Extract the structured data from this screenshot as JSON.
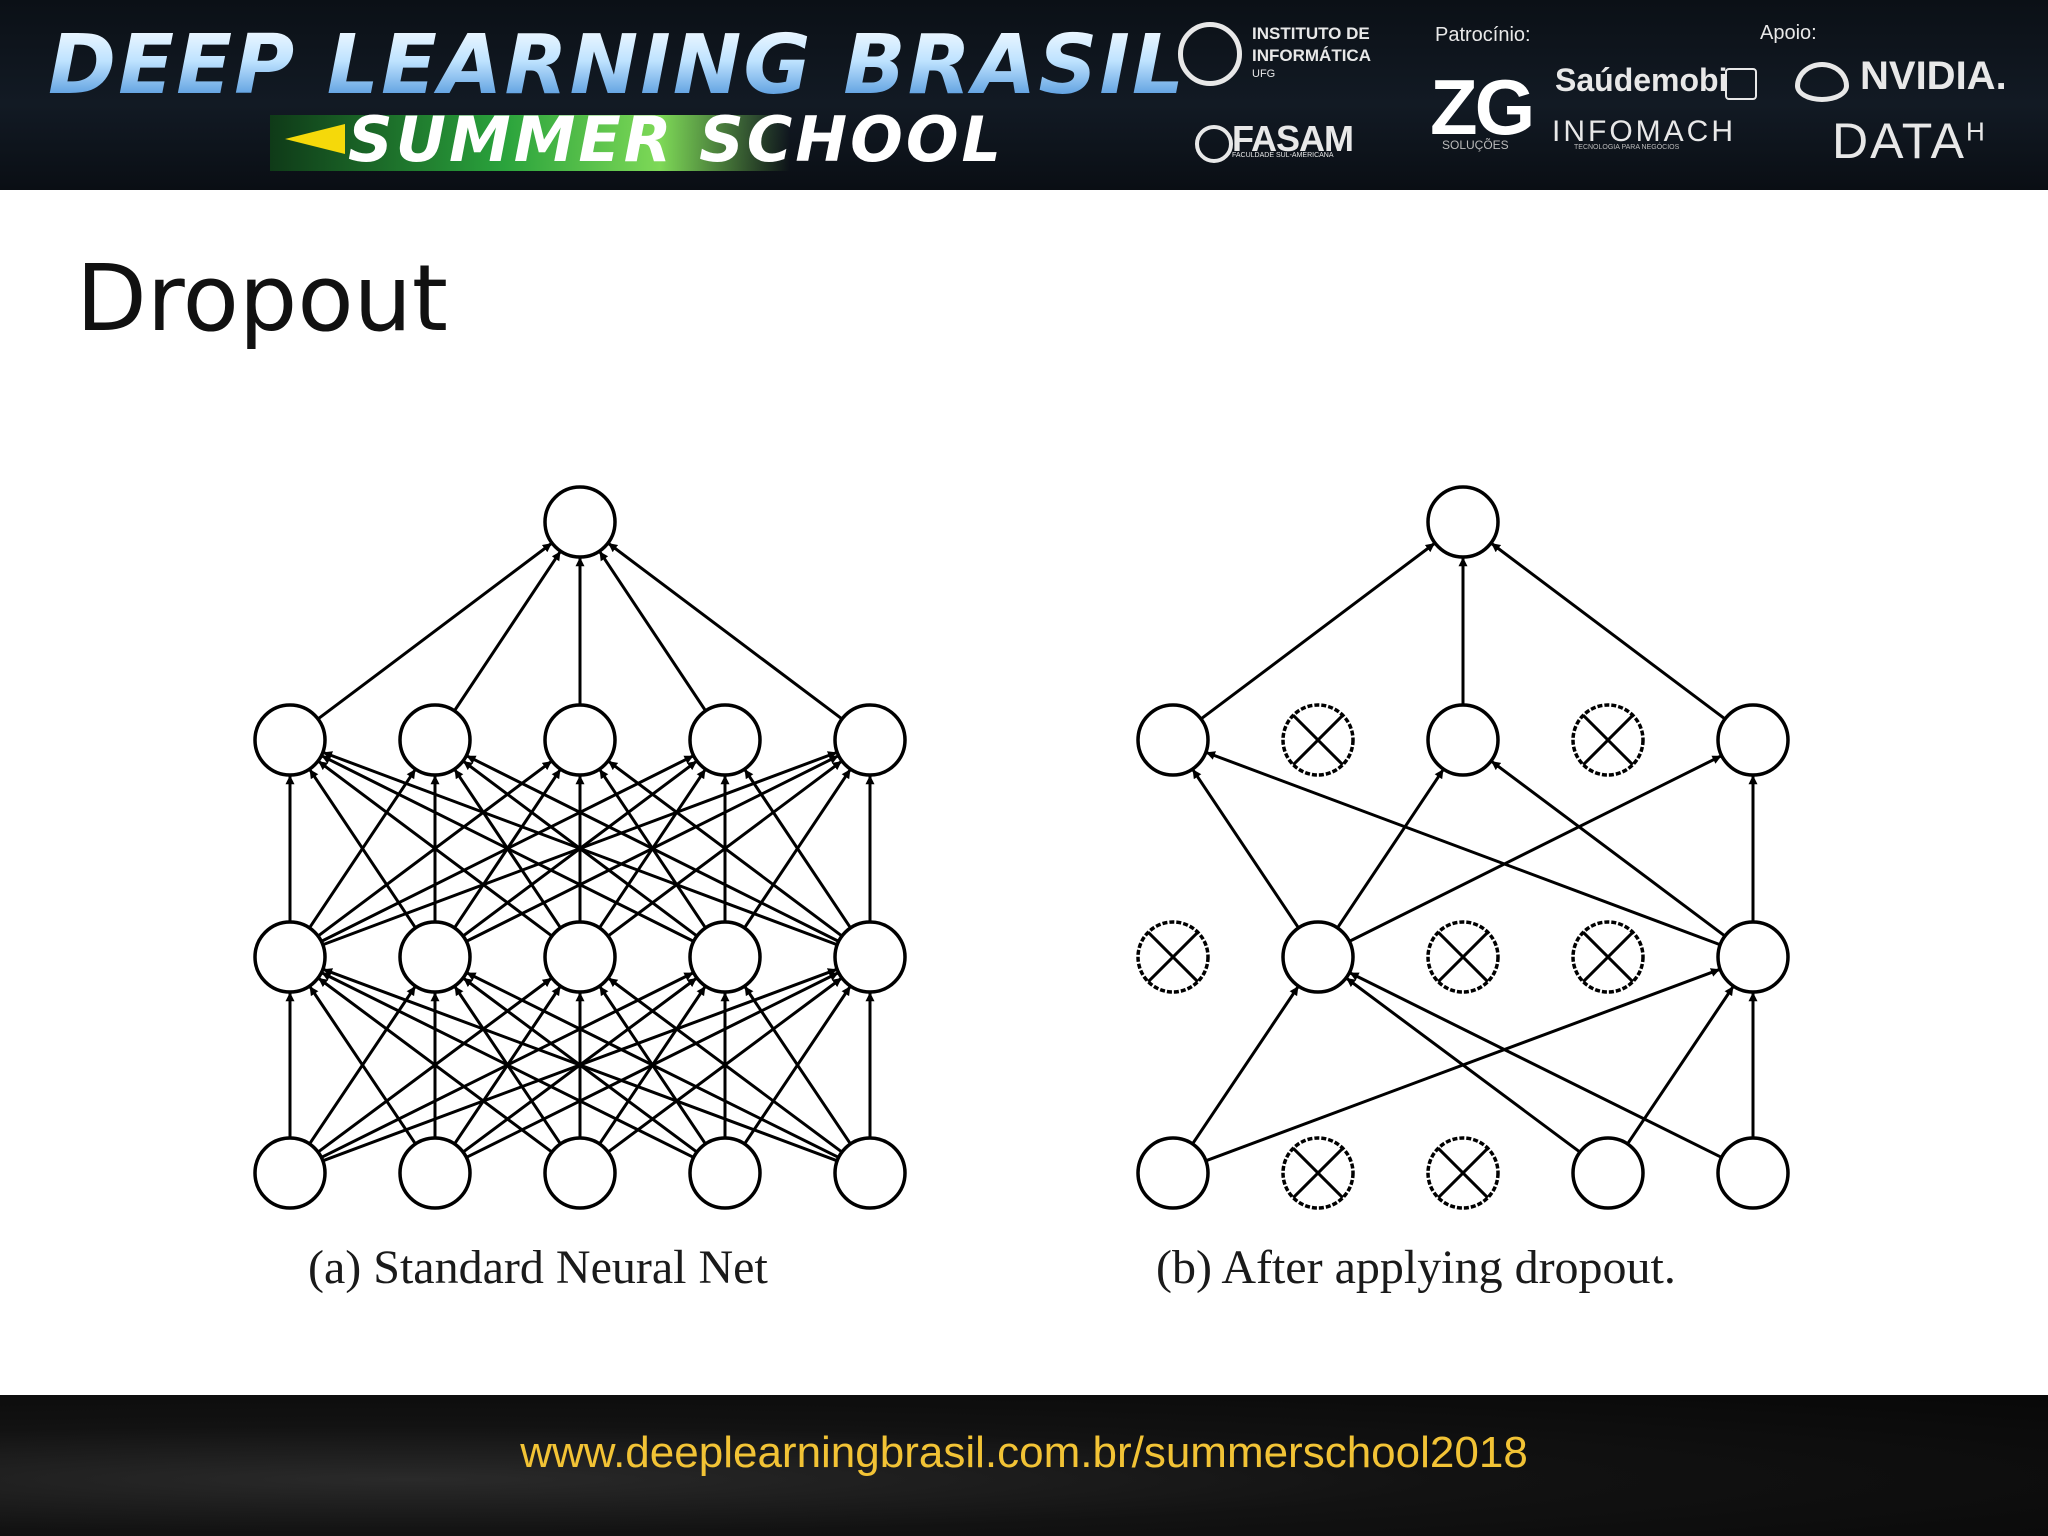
{
  "header": {
    "brand_line1": "DEEP LEARNING BRASIL",
    "brand_line2": "SUMMER SCHOOL",
    "institute_line1": "INSTITUTO DE",
    "institute_line2": "INFORMÁTICA",
    "institute_line3": "UFG",
    "fasam": "FASAM",
    "fasam_sub": "FACULDADE SUL-AMERICANA",
    "sponsor_label": "Patrocínio:",
    "zg": "ZG",
    "zg_sub": "SOLUÇÕES",
    "saudemobi": "Saúdemobi",
    "infomach": "INFOMACH",
    "infomach_sub": "TECNOLOGIA PARA NEGÓCIOS",
    "support_label": "Apoio:",
    "nvidia": "NVIDIA.",
    "datah": "DATA",
    "datah_sup": "H"
  },
  "slide": {
    "title": "Dropout"
  },
  "diagram": {
    "layers": 4,
    "layer_sizes": [
      5,
      5,
      5,
      1
    ],
    "standard": {
      "caption": "(a) Standard Neural Net",
      "dropped": []
    },
    "dropout": {
      "caption": "(b) After applying dropout.",
      "dropped": {
        "input": [
          1,
          2
        ],
        "hidden1": [
          0,
          2,
          3
        ],
        "hidden2": [
          1,
          3
        ]
      },
      "edges": [
        [
          "input",
          0,
          "hidden1",
          1
        ],
        [
          "input",
          0,
          "hidden1",
          4
        ],
        [
          "input",
          3,
          "hidden1",
          1
        ],
        [
          "input",
          3,
          "hidden1",
          4
        ],
        [
          "input",
          4,
          "hidden1",
          1
        ],
        [
          "input",
          4,
          "hidden1",
          4
        ],
        [
          "hidden1",
          1,
          "hidden2",
          2
        ],
        [
          "hidden1",
          1,
          "hidden2",
          0
        ],
        [
          "hidden1",
          1,
          "hidden2",
          4
        ],
        [
          "hidden1",
          4,
          "hidden2",
          0
        ],
        [
          "hidden1",
          4,
          "hidden2",
          2
        ],
        [
          "hidden1",
          4,
          "hidden2",
          4
        ],
        [
          "hidden2",
          0,
          "output",
          0
        ],
        [
          "hidden2",
          2,
          "output",
          0
        ],
        [
          "hidden2",
          4,
          "output",
          0
        ]
      ]
    }
  },
  "footer": {
    "url": "www.deeplearningbrasil.com.br/summerschool2018"
  }
}
